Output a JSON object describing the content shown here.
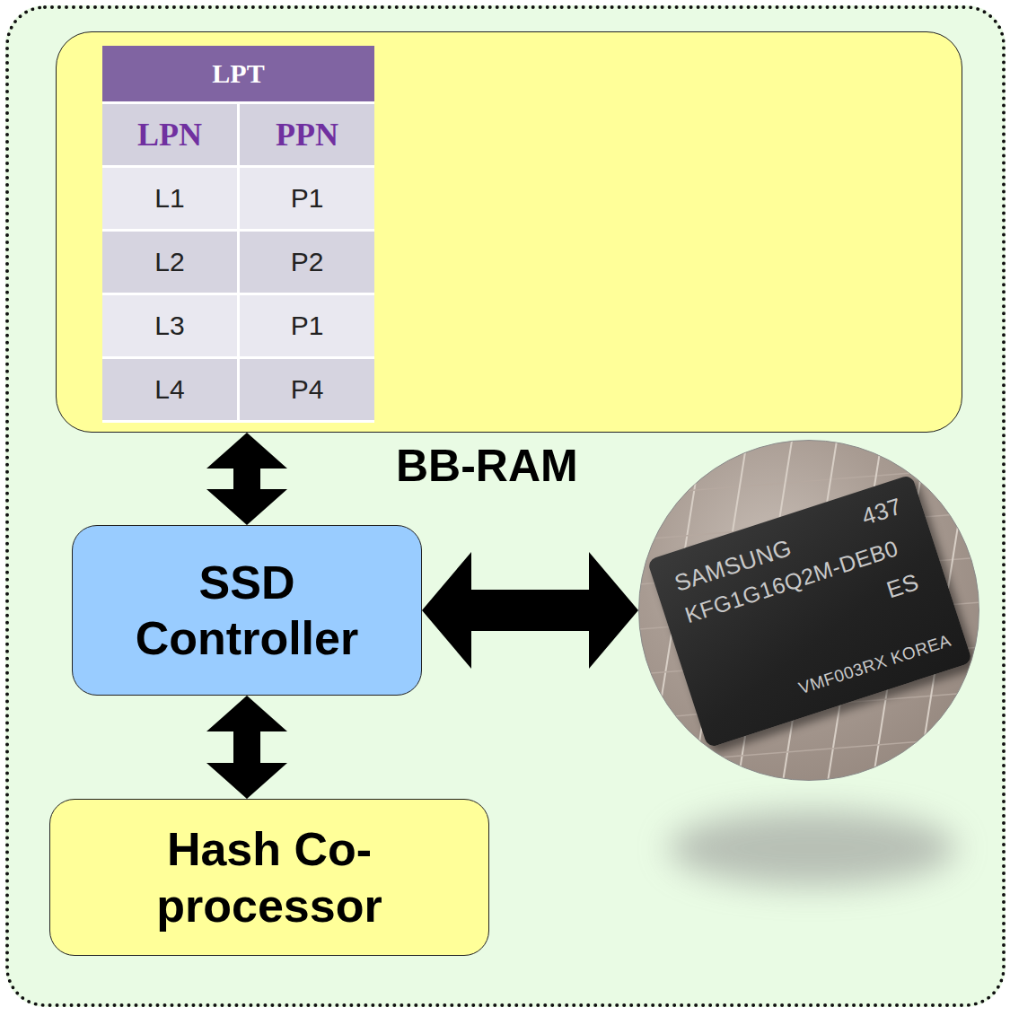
{
  "diagram": {
    "nodes": [
      {
        "text": [
          "BB-RAM"
        ]
      },
      {
        "text": [
          "SSD Controller"
        ]
      },
      {
        "text": [
          "SAMSUNG",
          "437",
          "KFG1G16Q2M-DEB0",
          "ES",
          "VMF003RX KOREA"
        ]
      },
      {
        "text": [
          "Hash Co-processor"
        ]
      }
    ],
    "edges": [
      {
        "from": 0,
        "to": 1,
        "arrow": "both"
      },
      {
        "from": 1,
        "to": 2,
        "arrow": "both"
      },
      {
        "from": 1,
        "to": 3,
        "arrow": "both"
      }
    ],
    "labels": [
      "LPT",
      "LPN",
      "PPN",
      "L1",
      "P1",
      "L2",
      "P2",
      "L3",
      "P1",
      "L4",
      "P4"
    ]
  }
}
